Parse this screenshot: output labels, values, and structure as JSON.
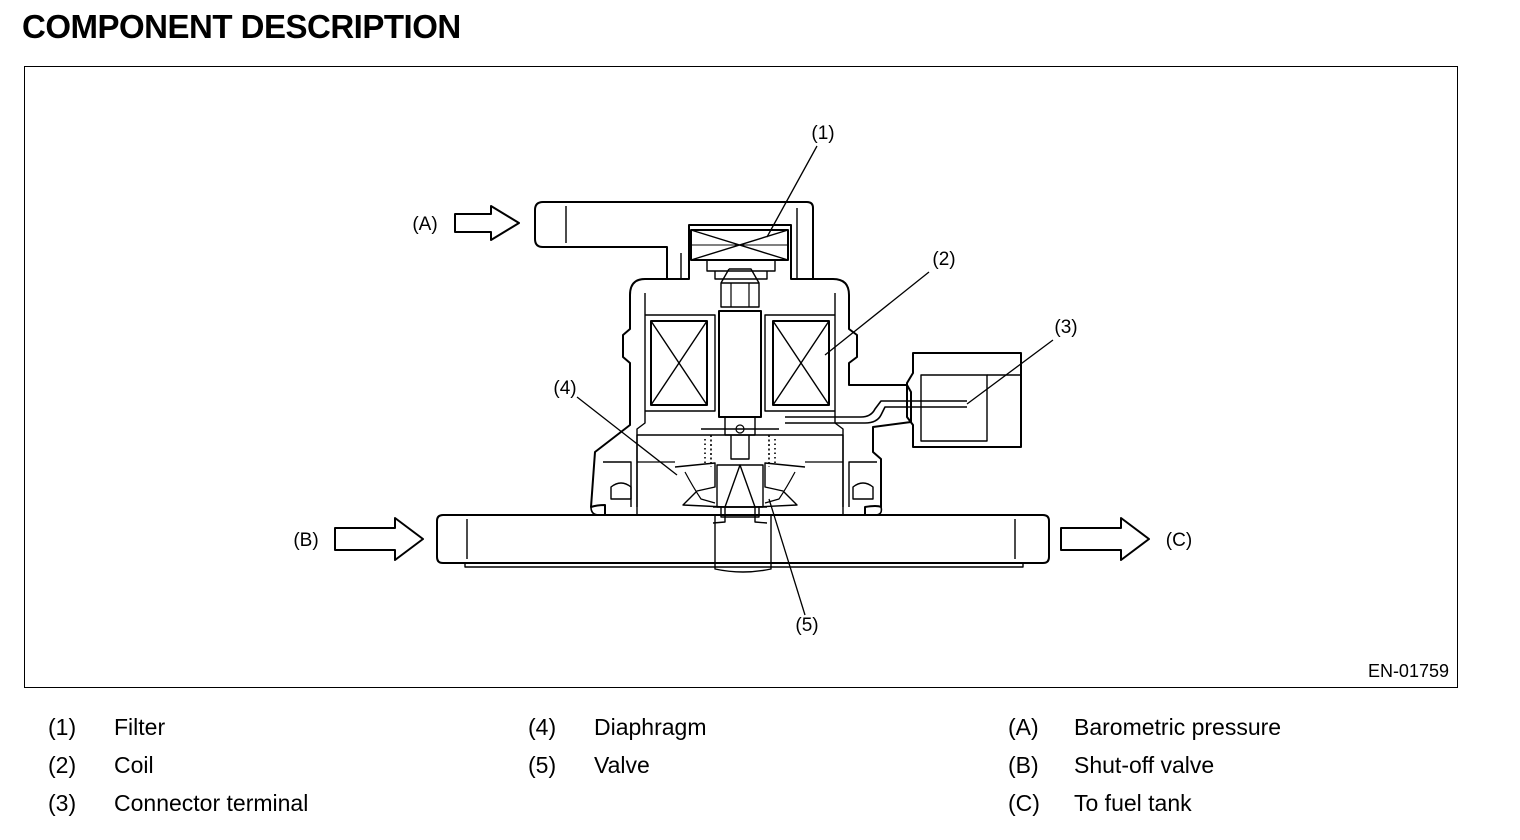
{
  "header": {
    "title": "COMPONENT DESCRIPTION"
  },
  "diagram": {
    "callouts": {
      "c1": "(1)",
      "c2": "(2)",
      "c3": "(3)",
      "c4": "(4)",
      "c5": "(5)",
      "cA": "(A)",
      "cB": "(B)",
      "cC": "(C)"
    },
    "figure_id": "EN-01759"
  },
  "legend": [
    {
      "key": "(1)",
      "label": "Filter"
    },
    {
      "key": "(2)",
      "label": "Coil"
    },
    {
      "key": "(3)",
      "label": "Connector terminal"
    },
    {
      "key": "(4)",
      "label": "Diaphragm"
    },
    {
      "key": "(5)",
      "label": "Valve"
    },
    {
      "key": "(A)",
      "label": "Barometric pressure"
    },
    {
      "key": "(B)",
      "label": "Shut-off valve"
    },
    {
      "key": "(C)",
      "label": "To fuel tank"
    }
  ]
}
